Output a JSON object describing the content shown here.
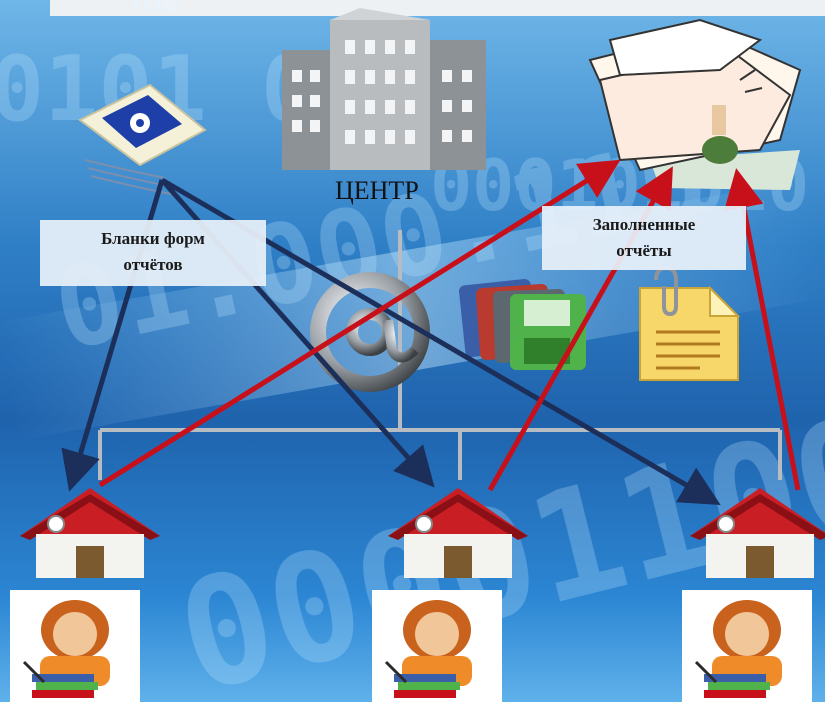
{
  "header": {
    "partial_title": "me"
  },
  "center": {
    "label": "ЦЕНТР"
  },
  "labels": {
    "blank_forms": [
      "Бланки форм",
      "отчётов"
    ],
    "filled_reports": [
      "Заполненные",
      "отчёты"
    ]
  },
  "icons": {
    "center": "office-buildings-icon",
    "forms_source": "floppy-disk-document-icon",
    "reports_pile": "papers-pile-icon",
    "mail": "email-at-icon",
    "floppies": "floppy-disks-icon",
    "document": "document-clip-icon",
    "houses": [
      "house-icon",
      "house-icon",
      "house-icon"
    ],
    "workers": [
      "worker-icon",
      "worker-icon",
      "worker-icon"
    ]
  },
  "colors": {
    "arrow_forms": "#1c2f5a",
    "arrow_reports": "#c8101a",
    "network_lines": "#b7bcc2",
    "label_background": "#e8f1fa"
  }
}
